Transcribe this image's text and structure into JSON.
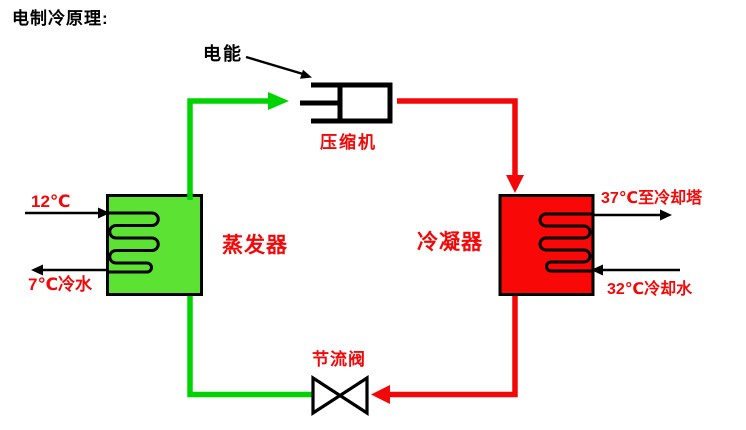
{
  "title": "电制冷原理:",
  "colors": {
    "red": "#f20808",
    "green": "#00d400",
    "green-fill": "#5ce233",
    "red-fill": "#f90808",
    "ink": "#000000"
  },
  "labels": {
    "power": "电能",
    "compressor": "压缩机",
    "evaporator": "蒸发器",
    "condenser": "冷凝器",
    "valve": "节流阀",
    "chilled_water_in": "12℃",
    "chilled_water_out": "7℃冷水",
    "cooling_water_out": "37℃至冷却塔",
    "cooling_water_in": "32℃冷却水"
  }
}
